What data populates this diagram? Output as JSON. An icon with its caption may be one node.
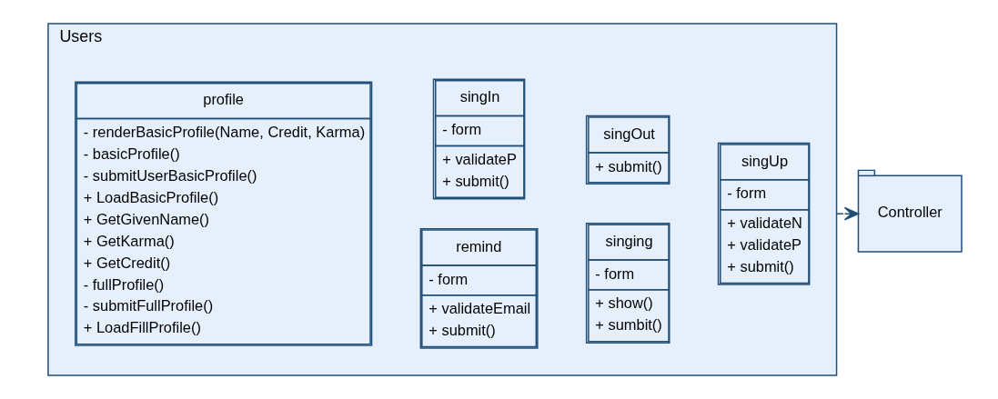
{
  "diagram": {
    "nodes": [
      {
        "text": [
          "Users"
        ]
      },
      {
        "text": [
          "profile",
          "- renderBasicProfile(Name, Credit, Karma)",
          "- basicProfile()",
          "- submitUserBasicProfile()",
          "+ LoadBasicProfile()",
          "+ GetGivenName()",
          "+ GetKarma()",
          "+ GetCredit()",
          "- fullProfile()",
          "- submitFullProfile()",
          "+ LoadFillProfile()"
        ],
        "in": 0
      },
      {
        "text": [
          "remind",
          "- form",
          "+ validateEmail",
          "+ submit()"
        ],
        "in": 0
      },
      {
        "text": [
          "singing",
          "- form",
          "+ show()",
          "+ sumbit()"
        ],
        "in": 0
      },
      {
        "text": [
          "singIn",
          "- form",
          "+ validateP",
          "+ submit()"
        ],
        "in": 0
      },
      {
        "text": [
          "singOut",
          "+ submit()"
        ],
        "in": 0
      },
      {
        "text": [
          "singUp",
          "- form",
          "+ validateN",
          "+ validateP",
          "+ submit()"
        ],
        "in": 0
      },
      {
        "text": [
          "Controller"
        ]
      }
    ],
    "edges": [
      {
        "from": 0,
        "to": 7,
        "arrow": "to",
        "style": "dashed"
      }
    ]
  }
}
